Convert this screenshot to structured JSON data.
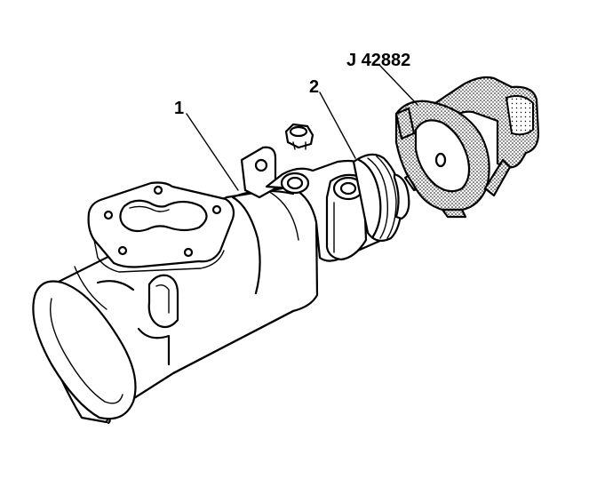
{
  "labels": {
    "callout_1": "1",
    "callout_2": "2",
    "tool": "J 42882"
  }
}
